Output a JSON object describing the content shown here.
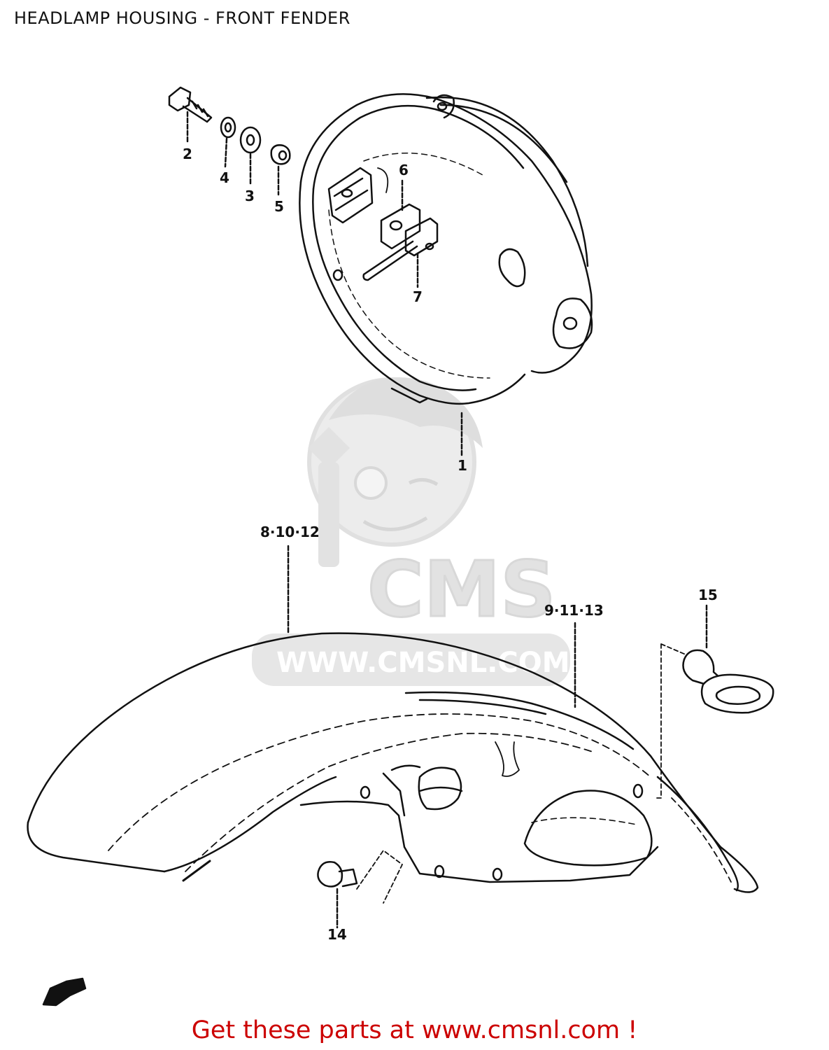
{
  "header": {
    "title": "HEADLAMP HOUSING - FRONT FENDER"
  },
  "callouts": {
    "c1": "1",
    "c2": "2",
    "c3": "3",
    "c4": "4",
    "c5": "5",
    "c6": "6",
    "c7": "7",
    "c8_10_12": "8·10·12",
    "c9_11_13": "9·11·13",
    "c14": "14",
    "c15": "15"
  },
  "watermark": {
    "brand": "CMS",
    "url": "WWW.CMSNL.COM"
  },
  "footer": {
    "prefix": "Get these parts at ",
    "link": "www.cmsnl.com",
    "suffix": " !"
  },
  "colors": {
    "line": "#111111",
    "watermark": "#e4e4e4",
    "footer": "#cc0000"
  },
  "icons": {
    "corner_mark": "pointing-hand-icon"
  }
}
